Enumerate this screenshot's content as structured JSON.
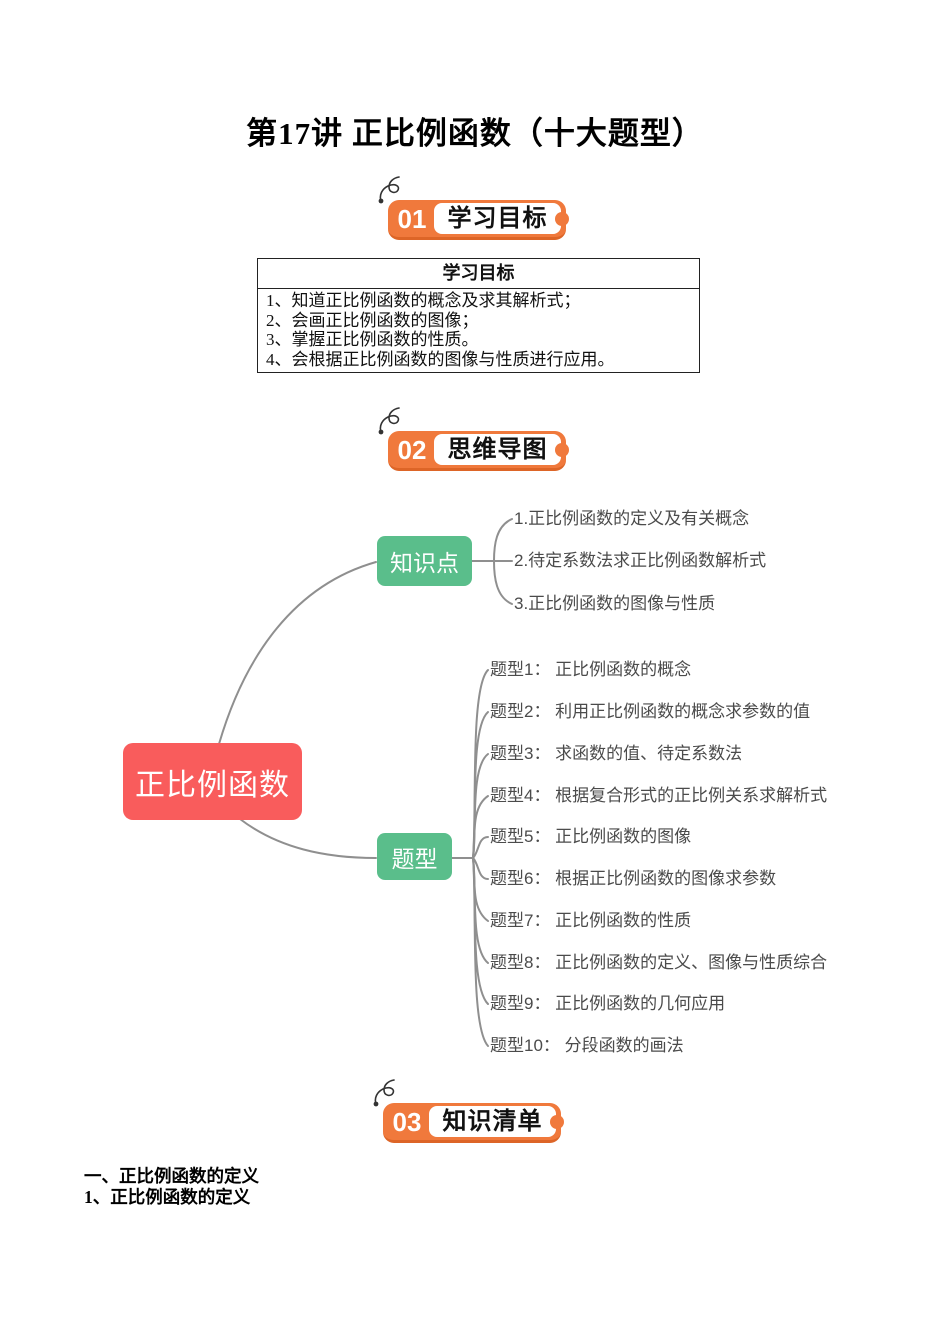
{
  "page": {
    "title": "第17讲 正比例函数（十大题型）"
  },
  "sections": [
    {
      "number": "01",
      "label": "学习目标"
    },
    {
      "number": "02",
      "label": "思维导图"
    },
    {
      "number": "03",
      "label": "知识清单"
    }
  ],
  "objectives_table": {
    "header": "学习目标",
    "rows": [
      "1、知道正比例函数的概念及求其解析式；",
      "2、会画正比例函数的图像；",
      "3、掌握正比例函数的性质。",
      "4、会根据正比例函数的图像与性质进行应用。"
    ]
  },
  "mindmap": {
    "root": "正比例函数",
    "branches": [
      {
        "label": "知识点",
        "children": [
          "1.正比例函数的定义及有关概念",
          "2.待定系数法求正比例函数解析式",
          "3.正比例函数的图像与性质"
        ]
      },
      {
        "label": "题型",
        "children": [
          "题型1： 正比例函数的概念",
          "题型2： 利用正比例函数的概念求参数的值",
          "题型3： 求函数的值、待定系数法",
          "题型4： 根据复合形式的正比例关系求解析式",
          "题型5： 正比例函数的图像",
          "题型6： 根据正比例函数的图像求参数",
          "题型7： 正比例函数的性质",
          "题型8： 正比例函数的定义、图像与性质综合",
          "题型9： 正比例函数的几何应用",
          "题型10： 分段函数的画法"
        ]
      }
    ],
    "colors": {
      "root_node": "#F95C5C",
      "branch_node": "#5ABE8B",
      "connector_line": "#8F8F8F",
      "badge_orange": "#F0793C"
    }
  },
  "knowledge_list": {
    "heading_section": "一、正比例函数的定义",
    "heading_sub": "1、正比例函数的定义"
  }
}
